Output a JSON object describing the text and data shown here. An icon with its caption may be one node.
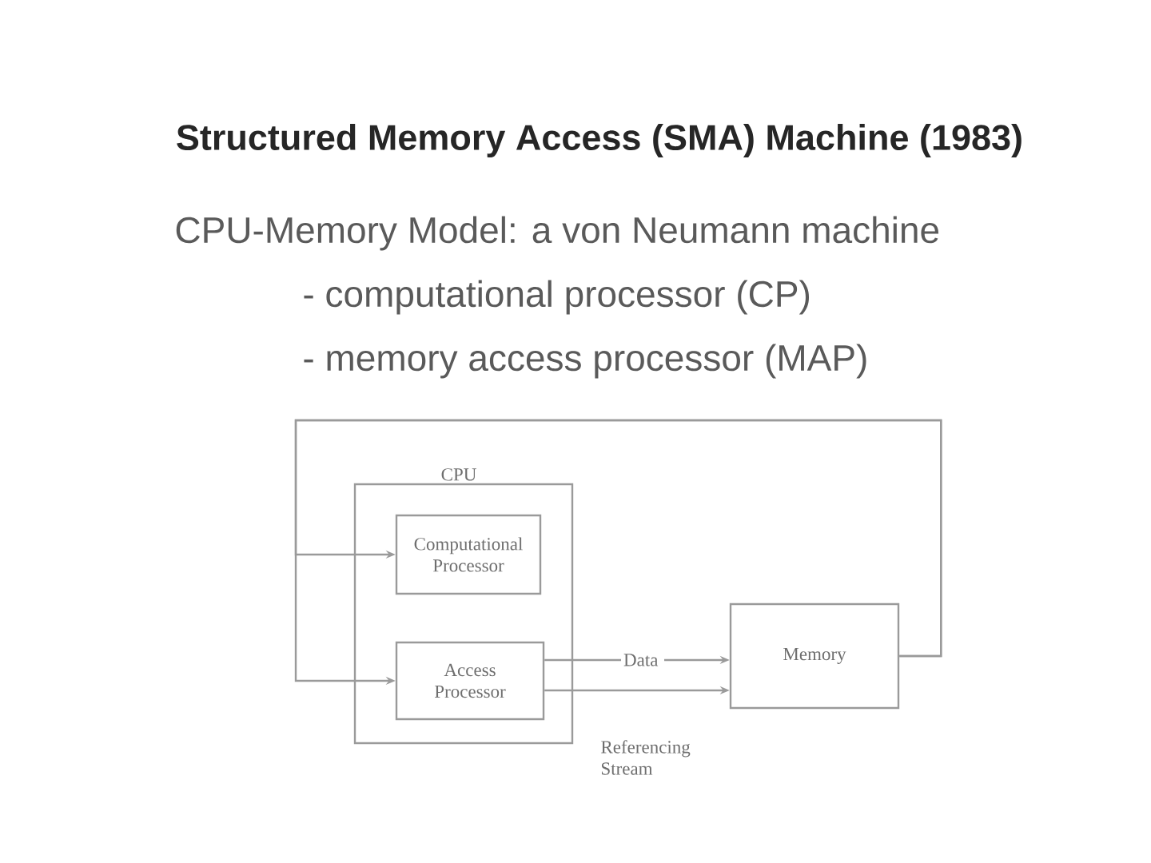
{
  "diagram": {
    "title": "Structured Memory Access (SMA) Machine (1983)",
    "nodes": [
      {
        "text": [
          "CPU"
        ]
      },
      {
        "text": [
          "Computational Processor"
        ],
        "in": 0
      },
      {
        "text": [
          "Access Processor"
        ],
        "in": 0
      },
      {
        "text": [
          "Memory"
        ]
      }
    ],
    "edges": [
      {
        "from": 3,
        "to": 1,
        "arrow": "to"
      },
      {
        "from": 3,
        "to": 2,
        "arrow": "to"
      },
      {
        "from": 2,
        "to": 3,
        "arrow": "to",
        "label": "Data"
      },
      {
        "from": 2,
        "to": 3,
        "arrow": "to",
        "label": "Referencing Stream"
      }
    ],
    "labels": [
      "CPU-Memory Model: a von Neumann machine",
      "- computational processor (CP)",
      "- memory access processor (MAP)"
    ]
  }
}
